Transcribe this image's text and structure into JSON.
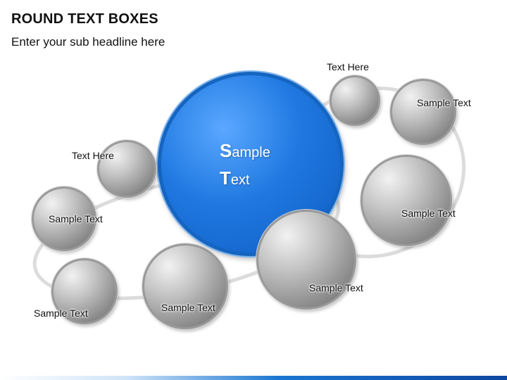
{
  "header": {
    "title": "ROUND TEXT BOXES",
    "subtitle": "Enter your sub headline here"
  },
  "center": {
    "line1_cap": "S",
    "line1_rest": "ample",
    "line2_cap": "T",
    "line2_rest": "ext"
  },
  "bubbles": [
    {
      "label": "Text Here"
    },
    {
      "label": "Sample Text"
    },
    {
      "label": "Sample Text"
    },
    {
      "label": "Sample Text"
    },
    {
      "label": "Text Here"
    },
    {
      "label": "Sample Text"
    },
    {
      "label": "Sample Text"
    },
    {
      "label": "Sample Text"
    }
  ],
  "colors": {
    "accent_blue": "#1f78e0",
    "bubble_gray": "#9a9a9a",
    "orbit": "#dcdcdc"
  }
}
